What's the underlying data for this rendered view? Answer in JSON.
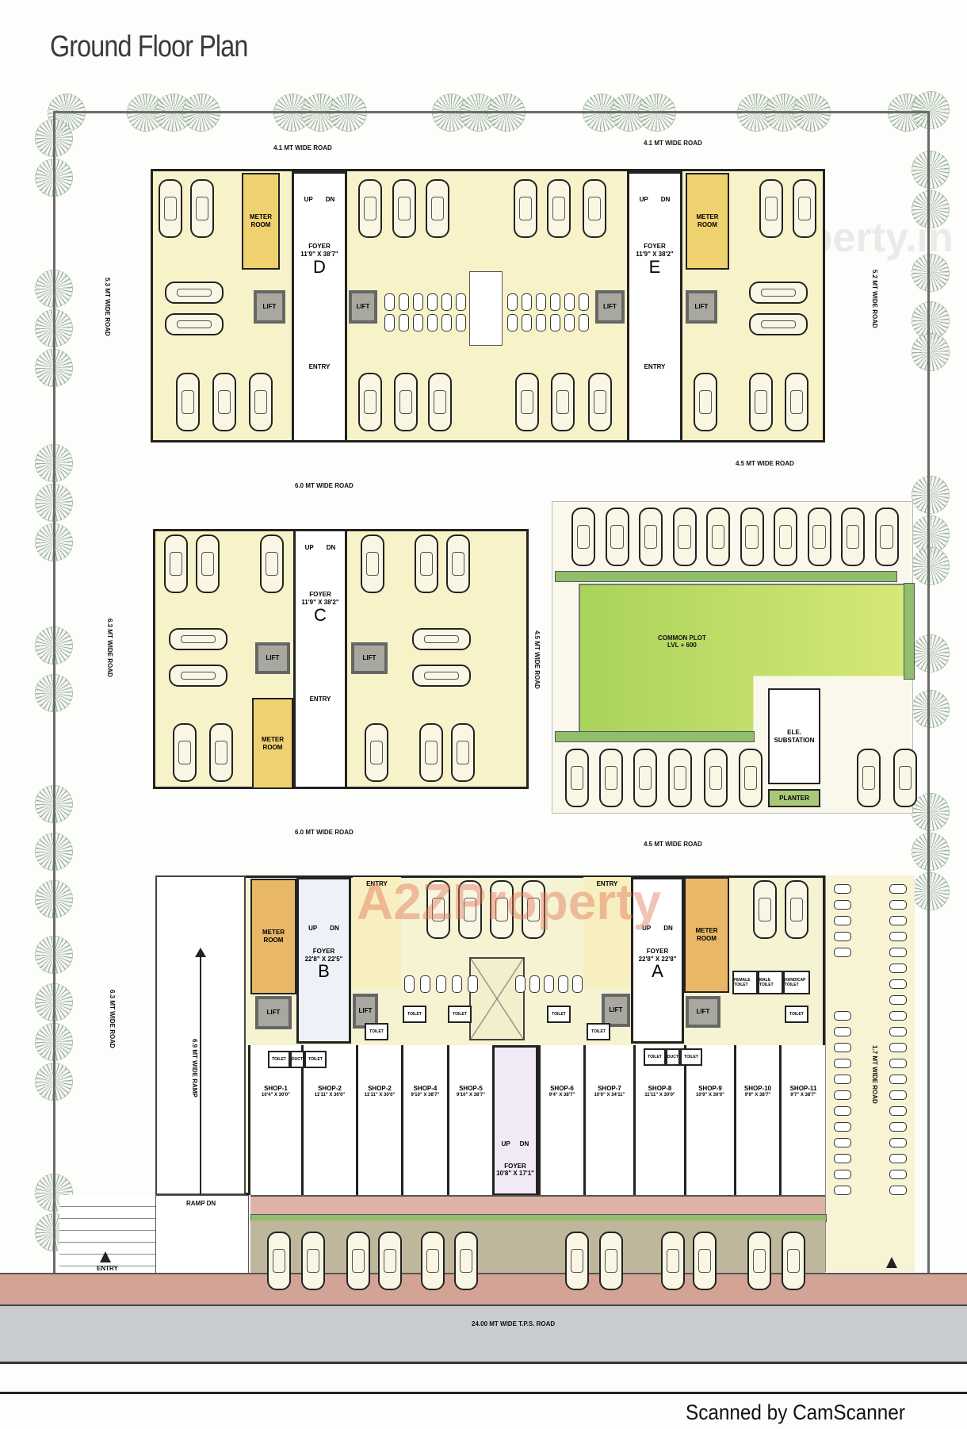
{
  "title": "Ground Floor Plan",
  "watermarks": [
    "www.A2ZProperty.in",
    "A2ZProperty"
  ],
  "roads": {
    "top_left": "4.1 MT WIDE ROAD",
    "top_right": "4.1 MT WIDE ROAD",
    "left_upper": "5.3 MT WIDE ROAD",
    "left_middle": "6.3 MT WIDE ROAD",
    "left_lower": "6.3 MT WIDE ROAD",
    "right_upper": "5.2 MT WIDE ROAD",
    "middle_upper": "6.0 MT WIDE ROAD",
    "middle_lower": "6.0 MT WIDE ROAD",
    "right_mid_upper": "4.5 MT WIDE ROAD",
    "right_mid_lower": "4.5 MT WIDE ROAD",
    "between_c_plot": "4.5 MT WIDE ROAD",
    "ramp": "6.9 MT WIDE RAMP",
    "right_strip": "1.7 MT WIDE ROAD",
    "main": "24.00 MT WIDE T.P.S. ROAD"
  },
  "common": {
    "meter_room": "METER ROOM",
    "lift": "LIFT",
    "entry": "ENTRY",
    "up": "UP",
    "dn": "DN",
    "foyer": "FOYER",
    "toilet": "TOILET",
    "duct": "DUCT",
    "ramp_dn": "RAMP DN"
  },
  "wings": {
    "A": {
      "letter": "A",
      "foyer_size": "22'8\" X 22'8\""
    },
    "B": {
      "letter": "B",
      "foyer_size": "22'8\" X 22'5\""
    },
    "C": {
      "letter": "C",
      "foyer_size": "11'9\" X 38'2\""
    },
    "D": {
      "letter": "D",
      "foyer_size": "11'9\" X 38'7\""
    },
    "E": {
      "letter": "E",
      "foyer_size": "11'9\" X 38'2\""
    }
  },
  "central_foyer": {
    "label": "FOYER",
    "size": "10'8\" X 17'1\""
  },
  "common_plot": {
    "name": "COMMON PLOT",
    "level": "LVL + 600"
  },
  "substation": "ELE. SUBSTATION",
  "planter": "PLANTER",
  "toilets": {
    "female": "FEMALE TOILET",
    "male": "MALE TOILET",
    "handicap": "HANDICAP TOILET"
  },
  "shops": [
    {
      "name": "SHOP-1",
      "size": "10'4\" X 30'0\""
    },
    {
      "name": "SHOP-2",
      "size": "11'11\" X 30'0\""
    },
    {
      "name": "SHOP-2",
      "size": "11'11\" X 30'0\""
    },
    {
      "name": "SHOP-4",
      "size": "9'10\" X 38'7\""
    },
    {
      "name": "SHOP-5",
      "size": "9'10\" X 38'7\""
    },
    {
      "name": "SHOP-6",
      "size": "9'4\" X 38'7\""
    },
    {
      "name": "SHOP-7",
      "size": "10'0\" X 34'11\""
    },
    {
      "name": "SHOP-8",
      "size": "11'11\" X 30'0\""
    },
    {
      "name": "SHOP-9",
      "size": "10'9\" X 30'0\""
    },
    {
      "name": "SHOP-10",
      "size": "9'9\" X 38'7\""
    },
    {
      "name": "SHOP-11",
      "size": "9'7\" X 38'7\""
    }
  ],
  "footer": "Scanned by CamScanner",
  "colors": {
    "meter_room": "#efd170",
    "lawn": "#b7dc63",
    "road": "#c9ccce",
    "footpath": "#d8a79a",
    "parking": "#f7f2c8",
    "lift": "#a9a8a0"
  }
}
